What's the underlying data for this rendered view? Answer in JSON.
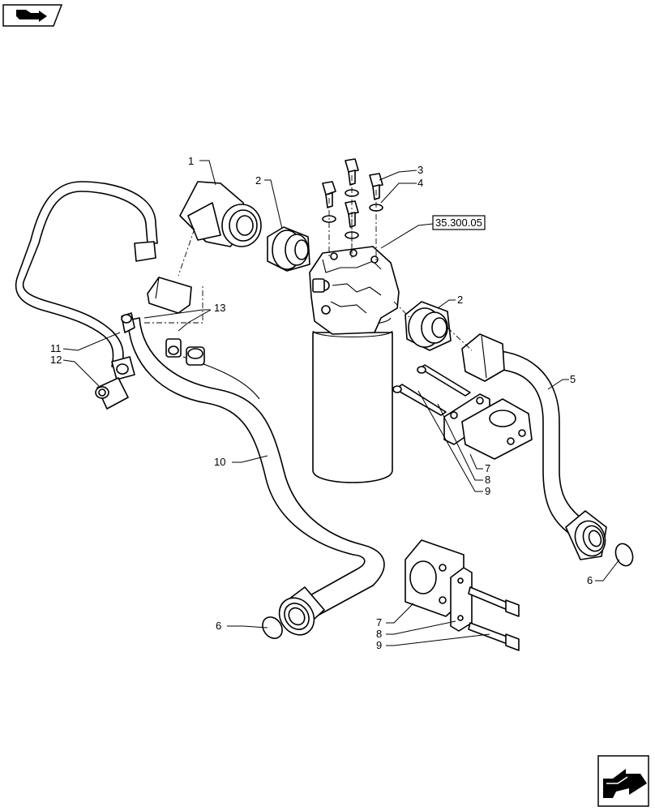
{
  "labels": {
    "l1": "1",
    "l2a": "2",
    "l2b": "2",
    "l3": "3",
    "l4": "4",
    "l5": "5",
    "l6a": "6",
    "l6b": "6",
    "l7a": "7",
    "l8a": "8",
    "l9a": "9",
    "l7b": "7",
    "l8b": "8",
    "l9b": "9",
    "l10": "10",
    "l11": "11",
    "l12": "12",
    "l13": "13"
  },
  "reference": "35.300.05",
  "icons": {
    "top_left": "book-arrow-icon",
    "bottom_right": "next-page-arrow-icon"
  }
}
